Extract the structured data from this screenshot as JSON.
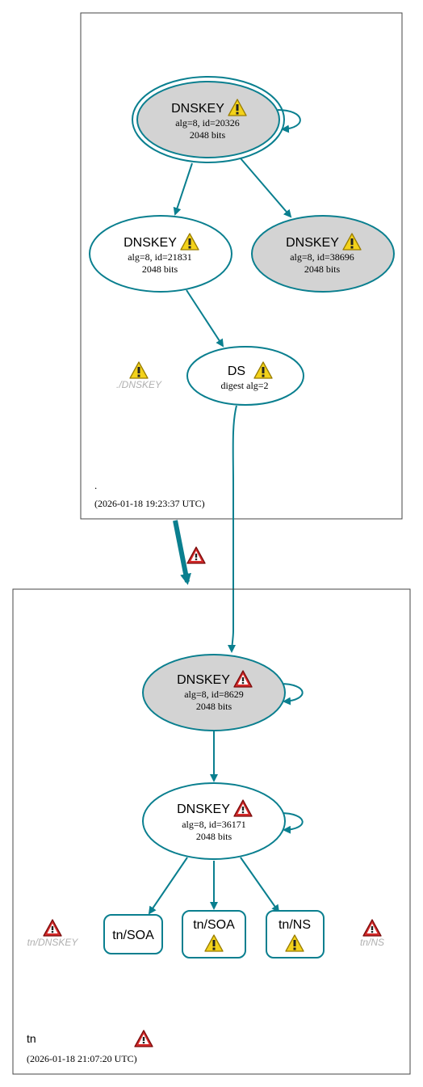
{
  "colors": {
    "edge": "#0a7f8f",
    "border": "#444444",
    "fill_gray": "#d3d3d3",
    "warn_yellow": "#f3d21a",
    "warn_red": "#d42a2a",
    "label_gray": "#b0b0b0"
  },
  "zone_root": {
    "name": ".",
    "timestamp": "(2026-01-18 19:23:37 UTC)",
    "ksk": {
      "title": "DNSKEY",
      "line1": "alg=8, id=20326",
      "line2": "2048 bits",
      "warning": "yellow-warning-icon"
    },
    "zsk1": {
      "title": "DNSKEY",
      "line1": "alg=8, id=21831",
      "line2": "2048 bits",
      "warning": "yellow-warning-icon"
    },
    "zsk2": {
      "title": "DNSKEY",
      "line1": "alg=8, id=38696",
      "line2": "2048 bits",
      "warning": "yellow-warning-icon"
    },
    "ds": {
      "title": "DS",
      "line1": "digest alg=2",
      "warning": "yellow-warning-icon"
    },
    "nodata_label": "./DNSKEY"
  },
  "zone_tn": {
    "name": "tn",
    "timestamp": "(2026-01-18 21:07:20 UTC)",
    "ksk": {
      "title": "DNSKEY",
      "line1": "alg=8, id=8629",
      "line2": "2048 bits",
      "warning": "red-error-icon"
    },
    "zsk": {
      "title": "DNSKEY",
      "line1": "alg=8, id=36171",
      "line2": "2048 bits",
      "warning": "red-error-icon"
    },
    "soa1": {
      "label": "tn/SOA"
    },
    "soa2": {
      "label": "tn/SOA",
      "warning": "yellow-warning-icon"
    },
    "ns": {
      "label": "tn/NS",
      "warning": "yellow-warning-icon"
    },
    "dnskey_label": "tn/DNSKEY",
    "ns_label": "tn/NS"
  }
}
